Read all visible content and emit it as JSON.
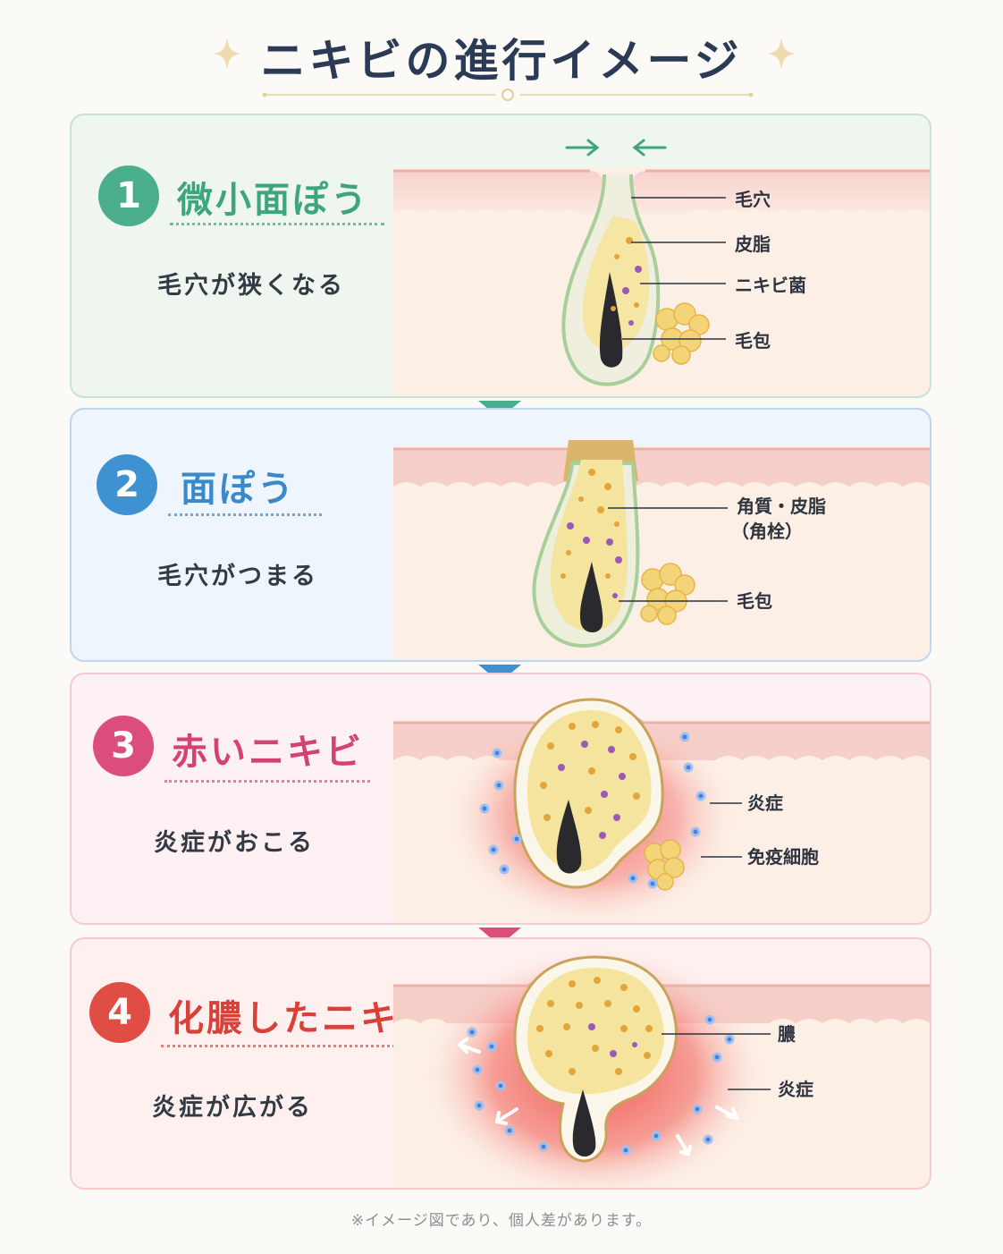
{
  "title": "ニキビの進行イメージ",
  "colors": {
    "stage1": "#4aae8a",
    "stage2": "#3f92d2",
    "stage3": "#db4e7c",
    "stage4": "#e04d45",
    "title": "#2b3b56",
    "gold": "#e7cf9a"
  },
  "stages": [
    {
      "number": "1",
      "title": "微小面ぽう",
      "description": "毛穴が狭くなる",
      "labels": [
        "毛穴",
        "皮脂",
        "ニキビ菌",
        "毛包"
      ]
    },
    {
      "number": "2",
      "title": "面ぽう",
      "description": "毛穴がつまる",
      "labels": [
        "角質・皮脂",
        "（角栓）",
        "毛包"
      ]
    },
    {
      "number": "3",
      "title": "赤いニキビ",
      "description": "炎症がおこる",
      "labels": [
        "炎症",
        "免疫細胞"
      ]
    },
    {
      "number": "4",
      "title": "化膿したニキビ",
      "description": "炎症が広がる",
      "labels": [
        "膿",
        "炎症"
      ]
    }
  ],
  "note": "※イメージ図であり、個人差があります。"
}
